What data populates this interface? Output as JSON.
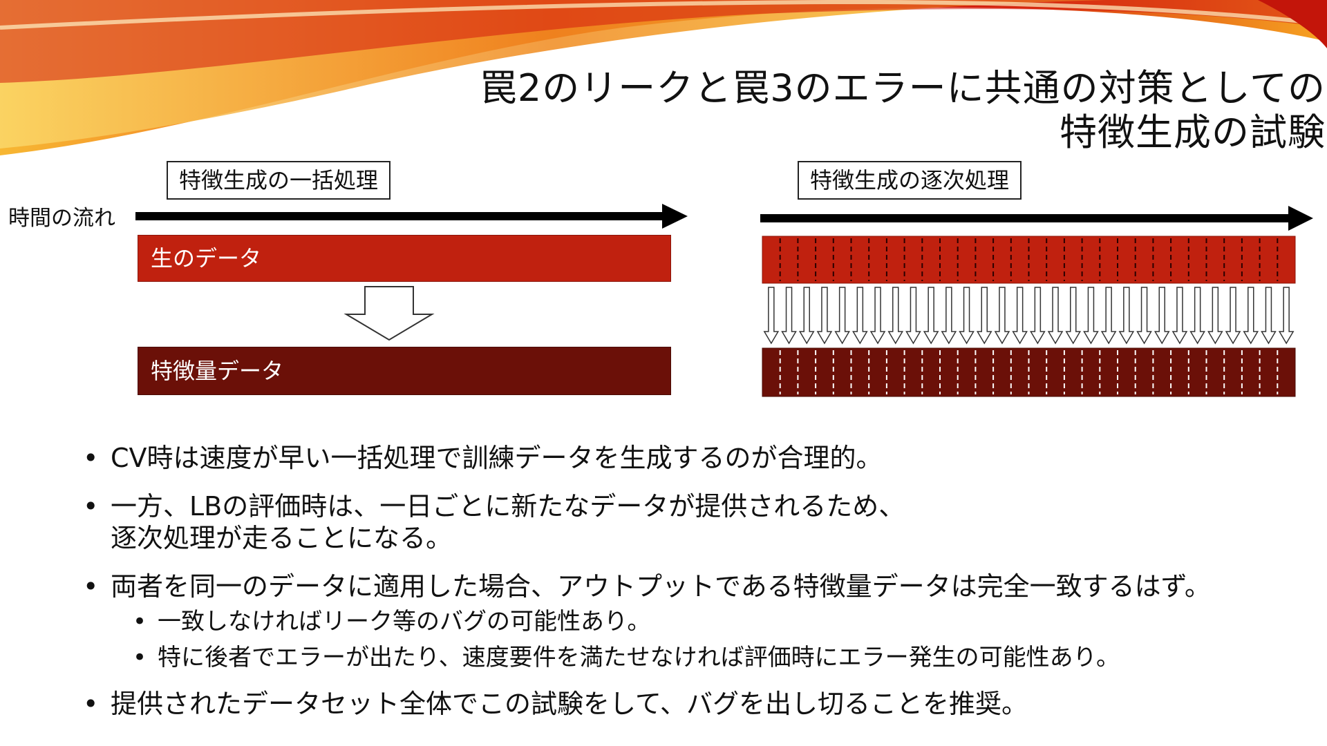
{
  "slide": {
    "title_line1": "罠2のリークと罠3のエラーに共通の対策としての",
    "title_line2": "特徴生成の試験",
    "time_label": "時間の流れ",
    "batch_label": "特徴生成の一括処理",
    "sequential_label": "特徴生成の逐次処理",
    "raw_data_label": "生のデータ",
    "feature_data_label": "特徴量データ",
    "colors": {
      "raw_bar": "#c0210f",
      "feature_bar": "#6b1008",
      "swoosh_red": "#d21a0c",
      "swoosh_orange": "#f59a1b",
      "swoosh_yellow": "#fbd23a"
    }
  },
  "bullets": [
    {
      "lines": [
        "CV時は速度が早い一括処理で訓練データを生成するのが合理的。"
      ]
    },
    {
      "lines": [
        "一方、LBの評価時は、一日ごとに新たなデータが提供されるため、",
        "逐次処理が走ることになる。"
      ]
    },
    {
      "lines": [
        "両者を同一のデータに適用した場合、アウトプットである特徴量データは完全一致するはず。"
      ],
      "sub": [
        "一致しなければリーク等のバグの可能性あり。",
        "特に後者でエラーが出たり、速度要件を満たせなければ評価時にエラー発生の可能性あり。"
      ]
    },
    {
      "lines": [
        "提供されたデータセット全体でこの試験をして、バグを出し切ることを推奨。"
      ]
    }
  ]
}
